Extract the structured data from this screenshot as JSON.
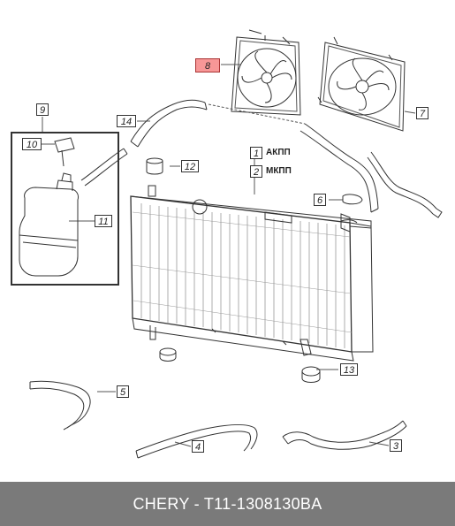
{
  "callouts": {
    "c1": "1",
    "c2": "2",
    "c3": "3",
    "c4": "4",
    "c5": "5",
    "c6": "6",
    "c7": "7",
    "c8": "8",
    "c9": "9",
    "c10": "10",
    "c11": "11",
    "c12": "12",
    "c13": "13",
    "c14": "14"
  },
  "labels": {
    "akpp": "АКПП",
    "mkpp": "МКПП"
  },
  "highlight_color": "#f79797",
  "footer": {
    "text": "CHERY - T11-1308130BA"
  }
}
